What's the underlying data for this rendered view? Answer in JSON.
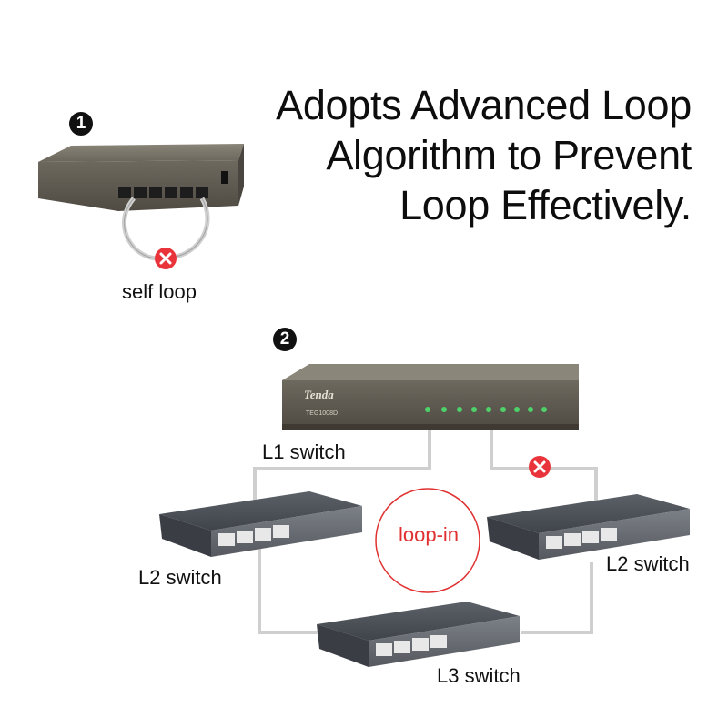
{
  "headline": {
    "line1": "Adopts Advanced Loop",
    "line2": "Algorithm to Prevent",
    "line3": "Loop Effectively."
  },
  "steps": {
    "step1": "1",
    "step2": "2"
  },
  "labels": {
    "self_loop": "self loop",
    "l1_switch": "L1 switch",
    "l2_switch_left": "L2 switch",
    "l2_switch_right": "L2 switch",
    "l3_switch": "L3 switch",
    "loop_in": "loop-in"
  },
  "device_text": {
    "brand": "Tenda",
    "model": "TEG1008D"
  },
  "colors": {
    "block_marker": "#e8343a",
    "loop_circle": "#e03030",
    "cable": "#c8c8c8"
  },
  "icons": {
    "block": "x-circle-icon"
  }
}
